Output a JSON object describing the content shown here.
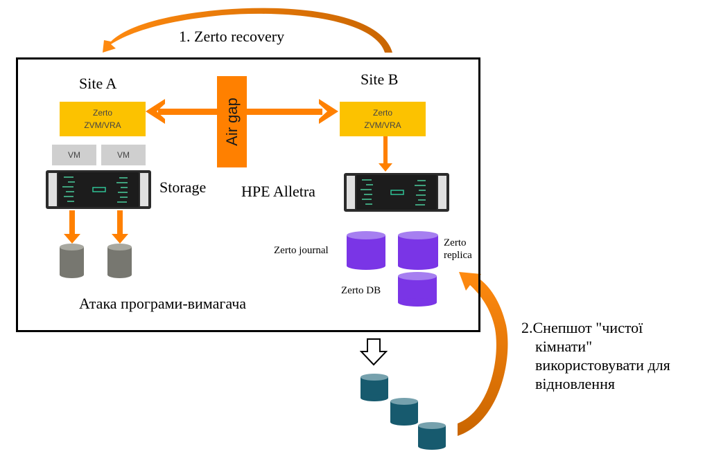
{
  "diagram": {
    "step1_label": "1. Zerto recovery",
    "site_a": {
      "title": "Site A",
      "zerto_box": [
        "Zerto",
        "ZVM/VRA"
      ],
      "vms": [
        "VM",
        "VM"
      ],
      "storage_label": "Storage",
      "attack_label": "Атака програми-вимагача"
    },
    "air_gap_label": "Air gap",
    "site_b": {
      "title": "Site B",
      "zerto_box": [
        "Zerto",
        "ZVM/VRA"
      ],
      "storage_label": "HPE Alletra",
      "journal_label": "Zerto journal",
      "replica_label": [
        "Zerto",
        "replica"
      ],
      "db_label": "Zerto DB"
    },
    "step2_label": [
      "2.Снепшот \"чистої",
      "кімнати\"",
      "використовувати для",
      "відновлення"
    ],
    "colors": {
      "orange": "#ff8000",
      "dark_orange": "#d06a00",
      "zerto_yellow": "#fcc200",
      "vm_gray": "#cfcfcf",
      "purple": "#7a35e6",
      "purple_top": "#a67ff0",
      "gray_disk": "#777770",
      "teal_disk": "#175a6e"
    }
  }
}
